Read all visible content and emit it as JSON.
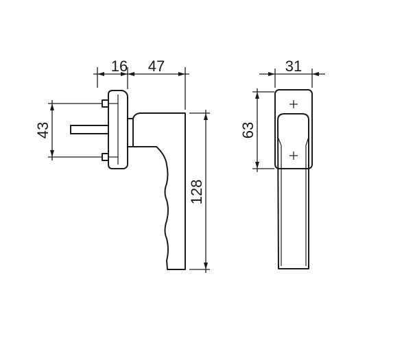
{
  "dimensions": {
    "rose_thickness": "16",
    "projection": "47",
    "screw_spacing": "43",
    "handle_length": "128",
    "rose_width": "31",
    "rose_height": "63"
  },
  "colors": {
    "line": "#1a1a1a",
    "background": "#ffffff"
  }
}
